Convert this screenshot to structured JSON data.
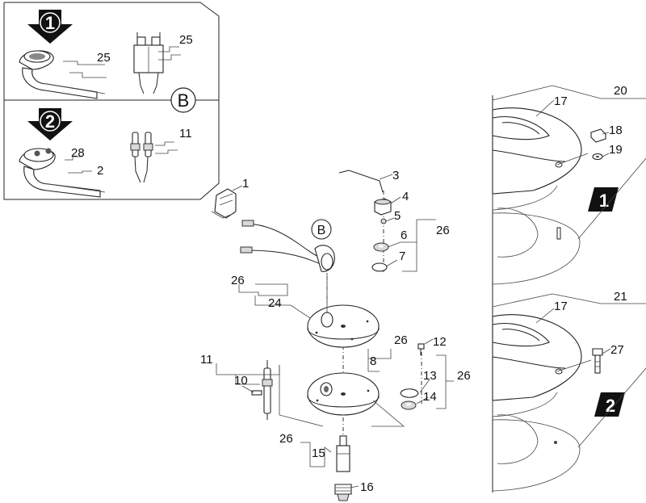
{
  "figure": {
    "variant_markers": [
      "1",
      "2"
    ],
    "detail_marker": "B"
  },
  "callouts": {
    "inset": [
      "25",
      "25",
      "28",
      "2",
      "11"
    ],
    "center": [
      "1",
      "3",
      "4",
      "5",
      "6",
      "26",
      "7",
      "26",
      "24",
      "26",
      "12",
      "8",
      "13",
      "26",
      "11",
      "10",
      "14",
      "26",
      "15",
      "16"
    ],
    "right": [
      "20",
      "17",
      "18",
      "19",
      "21",
      "17",
      "27"
    ]
  }
}
